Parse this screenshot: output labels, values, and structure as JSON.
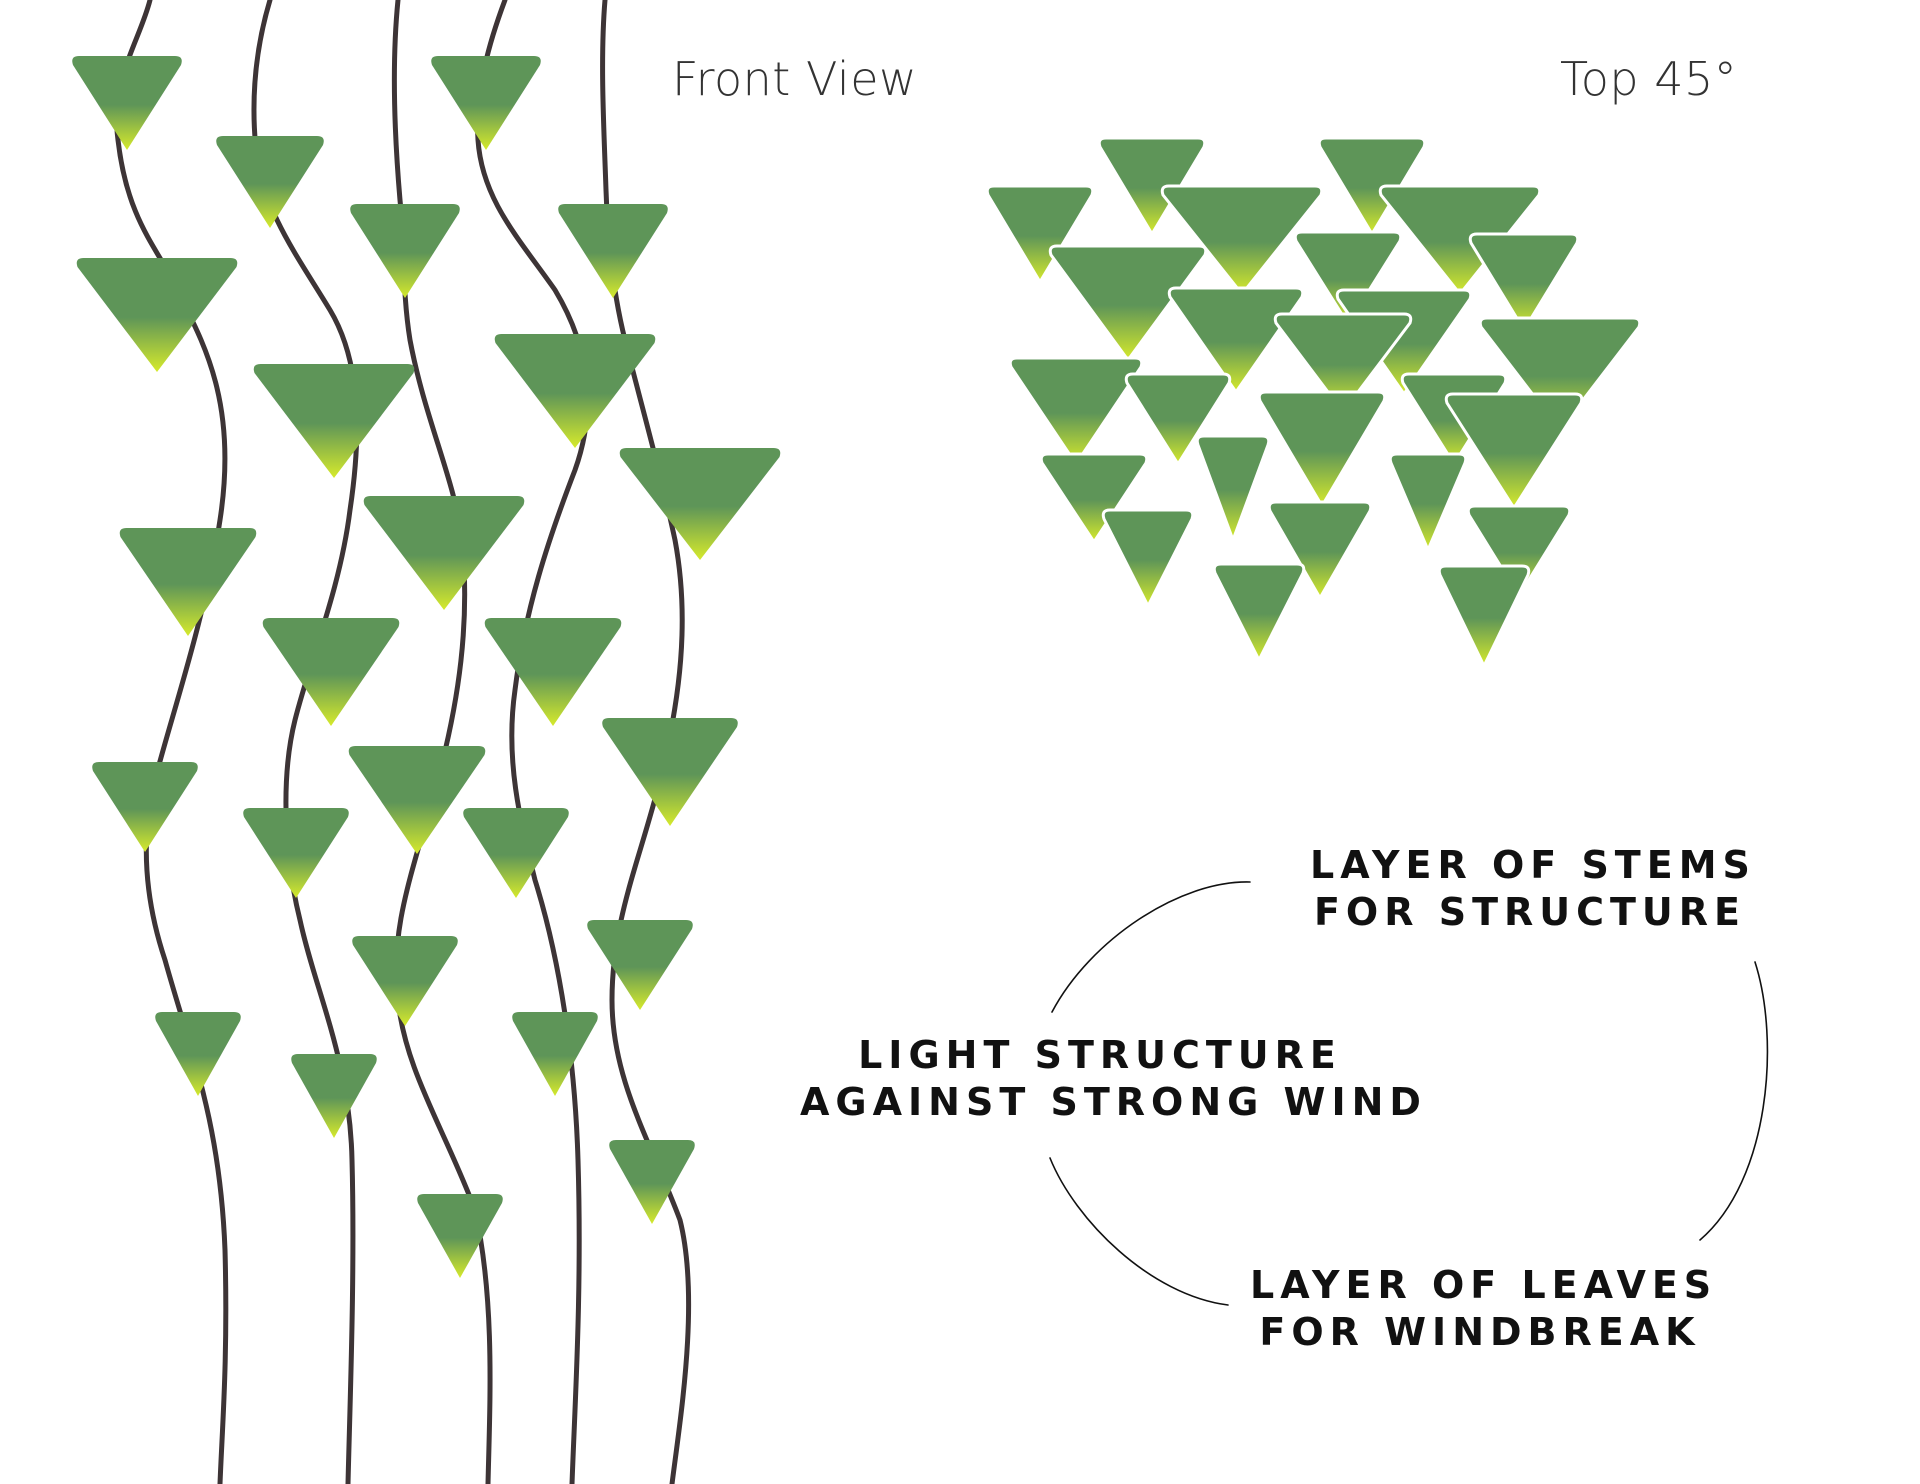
{
  "views": {
    "front_label": "Front View",
    "top_label": "Top 45°"
  },
  "captions": {
    "stems": [
      "LAYER OF STEMS",
      "FOR STRUCTURE"
    ],
    "light": [
      "LIGHT STRUCTURE",
      "AGAINST STRONG WIND"
    ],
    "leaves": [
      "LAYER OF LEAVES",
      "FOR WINDBREAK"
    ]
  },
  "colors": {
    "background": "#ffffff",
    "stem": "#3d3436",
    "leaf_green": "#5e9558",
    "leaf_tip": "#d6ea2c",
    "connector": "#111111"
  }
}
